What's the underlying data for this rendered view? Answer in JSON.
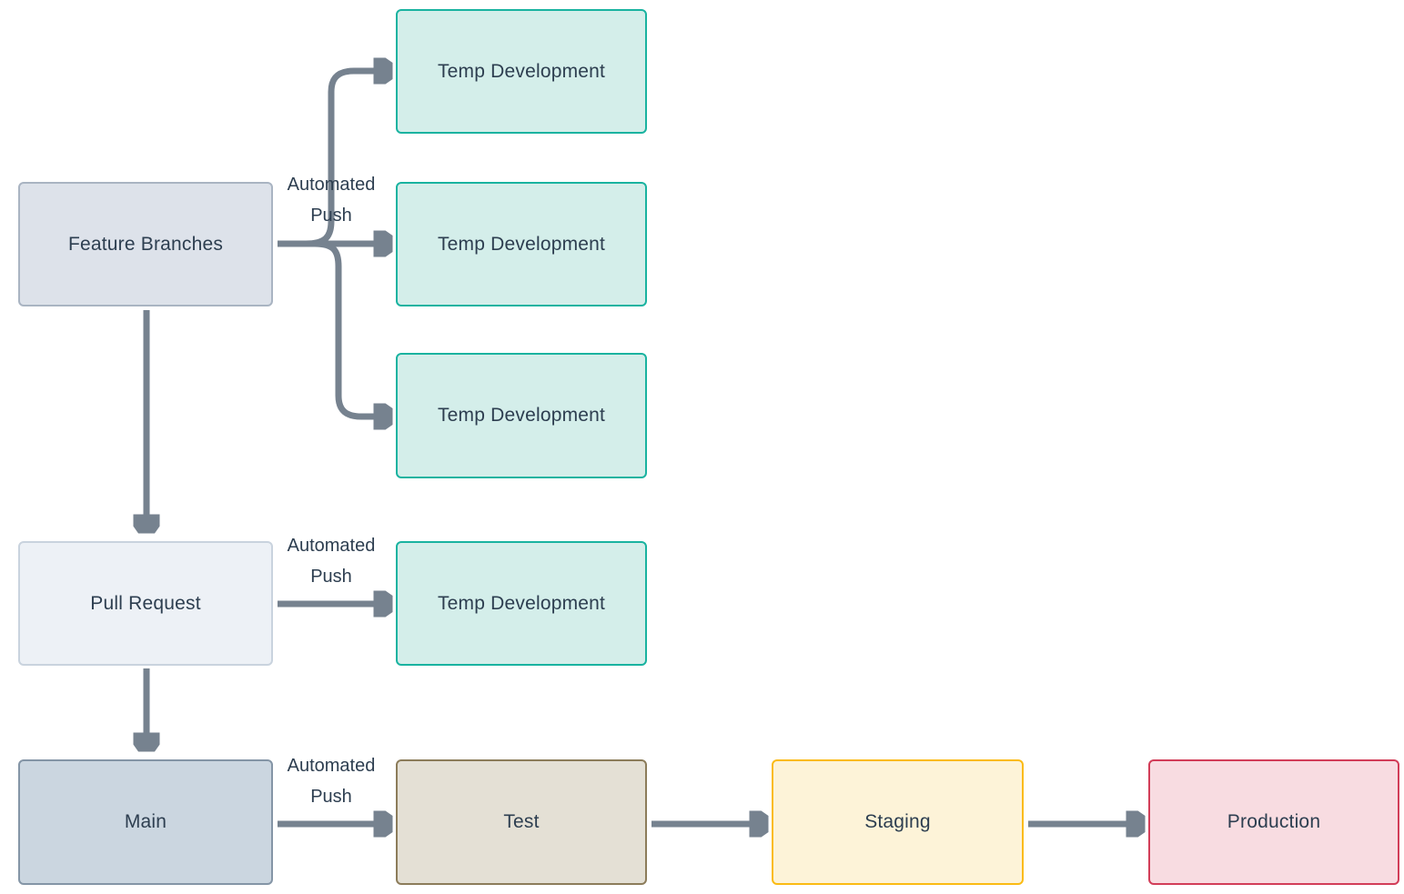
{
  "diagram": {
    "type": "flowchart",
    "background_color": "#FFFFFF",
    "arrow_color": "#76828F",
    "text_color": "#2D3E50",
    "nodes": [
      {
        "id": "feature-branches",
        "label": "Feature Branches",
        "fill": "#DDE2EA",
        "border": "#A9B4C2"
      },
      {
        "id": "temp-development-1",
        "label": "Temp Development",
        "fill": "#D4EEEA",
        "border": "#19B3A0"
      },
      {
        "id": "temp-development-2",
        "label": "Temp Development",
        "fill": "#D4EEEA",
        "border": "#19B3A0"
      },
      {
        "id": "temp-development-3",
        "label": "Temp Development",
        "fill": "#D4EEEA",
        "border": "#19B3A0"
      },
      {
        "id": "pull-request",
        "label": "Pull Request",
        "fill": "#EDF1F6",
        "border": "#C9D3DE"
      },
      {
        "id": "temp-development-4",
        "label": "Temp Development",
        "fill": "#D4EEEA",
        "border": "#19B3A0"
      },
      {
        "id": "main",
        "label": "Main",
        "fill": "#CBD6E0",
        "border": "#8495A6"
      },
      {
        "id": "test",
        "label": "Test",
        "fill": "#E4E0D5",
        "border": "#8C7C5A"
      },
      {
        "id": "staging",
        "label": "Staging",
        "fill": "#FDF3D8",
        "border": "#FBBB13"
      },
      {
        "id": "production",
        "label": "Production",
        "fill": "#F8DCE1",
        "border": "#D23D58"
      }
    ],
    "edge_labels": [
      {
        "text": "Automated\nPush"
      },
      {
        "text": "Automated\nPush"
      },
      {
        "text": "Automated\nPush"
      }
    ],
    "edges": [
      {
        "from": "feature-branches",
        "to": "temp-development-1",
        "label": "Automated Push"
      },
      {
        "from": "feature-branches",
        "to": "temp-development-2",
        "label": "Automated Push"
      },
      {
        "from": "feature-branches",
        "to": "temp-development-3",
        "label": "Automated Push"
      },
      {
        "from": "feature-branches",
        "to": "pull-request",
        "label": ""
      },
      {
        "from": "pull-request",
        "to": "temp-development-4",
        "label": "Automated Push"
      },
      {
        "from": "pull-request",
        "to": "main",
        "label": ""
      },
      {
        "from": "main",
        "to": "test",
        "label": "Automated Push"
      },
      {
        "from": "test",
        "to": "staging",
        "label": ""
      },
      {
        "from": "staging",
        "to": "production",
        "label": ""
      }
    ]
  }
}
